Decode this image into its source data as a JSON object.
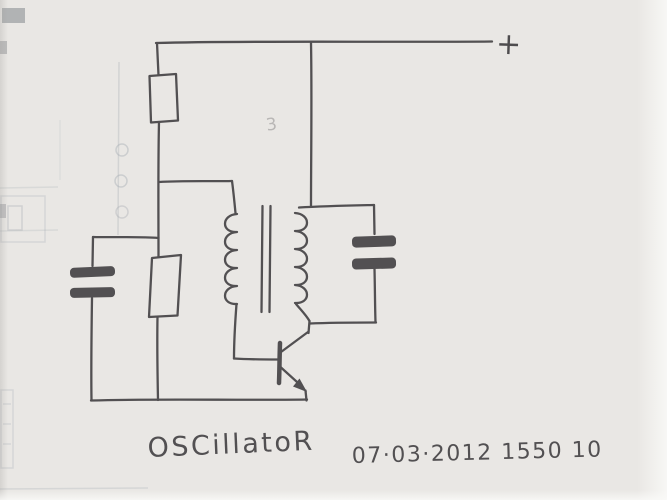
{
  "canvas": {
    "paper_color": "#e9e7e4",
    "ink_color": "#3e3c3e",
    "bleed_color": "#a9afb5",
    "edge_mark_color": "#84888c"
  },
  "schematic": {
    "supply_label": "+",
    "pencil_mark": "3",
    "caption": "OSCillatoR",
    "date_note": "07·03·2012 1550 10",
    "components": [
      {
        "name": "resistor-top",
        "type": "resistor"
      },
      {
        "name": "resistor-bottom",
        "type": "resistor"
      },
      {
        "name": "capacitor-left",
        "type": "capacitor"
      },
      {
        "name": "capacitor-right",
        "type": "capacitor"
      },
      {
        "name": "transformer-center",
        "type": "transformer"
      },
      {
        "name": "transistor-bottom",
        "type": "npn-transistor"
      }
    ]
  }
}
